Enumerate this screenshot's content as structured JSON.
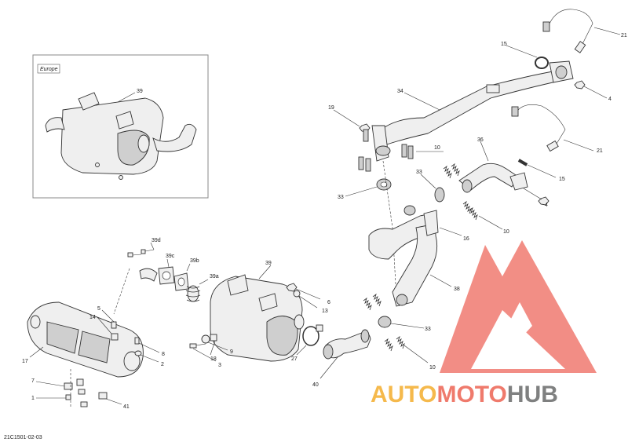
{
  "diagram": {
    "inset_region_label": "Europe",
    "reference_code": "21C1501-02-03",
    "callouts": {
      "c21a": "21",
      "c15a": "15",
      "c4a": "4",
      "c34": "34",
      "c19": "19",
      "c10a": "10",
      "c36": "36",
      "c21b": "21",
      "c15b": "15",
      "c33a": "33",
      "c33b": "33",
      "c4b": "4",
      "c16": "16",
      "c10b": "10",
      "c38": "38",
      "c33c": "33",
      "c10c": "10",
      "c39i": "39",
      "c39d": "39d",
      "c39c": "39c",
      "c39b": "39b",
      "c39a": "39a",
      "c39": "39",
      "c6": "6",
      "c13": "13",
      "c5": "5",
      "c14": "14",
      "c8": "8",
      "c2": "2",
      "c17": "17",
      "c9": "9",
      "c18": "18",
      "c3": "3",
      "c27": "27",
      "c40": "40",
      "c7": "7",
      "c1": "1",
      "c41": "41"
    }
  },
  "watermark": {
    "brand_part1": "AUTO",
    "brand_part2": "MOTO",
    "brand_part3": "HUB",
    "colors": {
      "logo_red": "#f07a70",
      "auto_orange": "#f5b94c",
      "moto_red": "#ef7a6c",
      "hub_gray": "#7f8080"
    }
  }
}
